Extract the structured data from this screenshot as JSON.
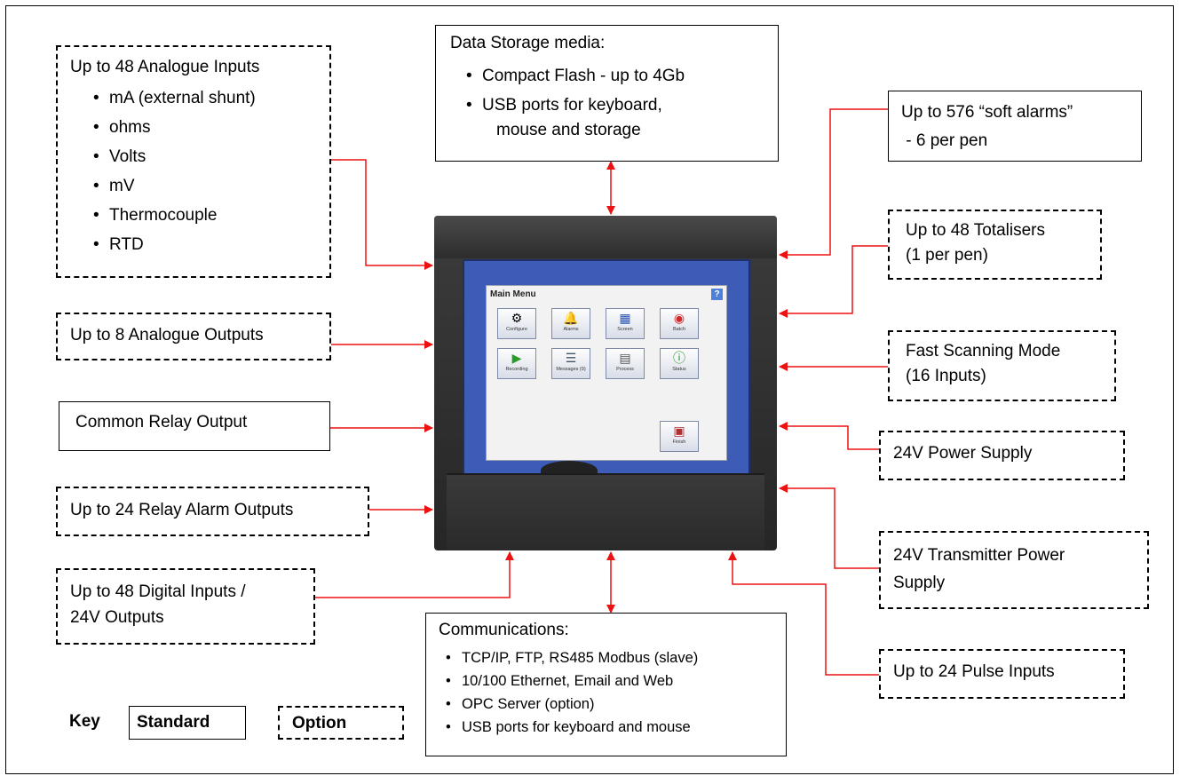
{
  "device_screen": {
    "title": "Main Menu",
    "help_label": "?",
    "tiles": [
      {
        "label": "Configure",
        "icon": "wrench-icon"
      },
      {
        "label": "Alarms",
        "icon": "bell-icon"
      },
      {
        "label": "Screen",
        "icon": "screen-icon"
      },
      {
        "label": "Batch",
        "icon": "pill-icon"
      },
      {
        "label": "Recording",
        "icon": "play-icon"
      },
      {
        "label": "Messages (9)",
        "icon": "list-icon"
      },
      {
        "label": "Process",
        "icon": "document-icon"
      },
      {
        "label": "Status",
        "icon": "info-icon"
      },
      {
        "label": "Finish",
        "icon": "exit-icon"
      }
    ]
  },
  "data_storage": {
    "title": "Data Storage media:",
    "items": [
      "Compact Flash - up to 4Gb",
      "USB ports for keyboard,",
      "mouse and storage"
    ]
  },
  "analogue_inputs": {
    "title": "Up to 48 Analogue Inputs",
    "items": [
      "mA (external shunt)",
      "ohms",
      "Volts",
      "mV",
      "Thermocouple",
      "RTD"
    ]
  },
  "analogue_outputs": "Up to 8 Analogue Outputs",
  "common_relay": "Common Relay Output",
  "relay_alarms": "Up to 24 Relay Alarm Outputs",
  "digital_inputs": [
    "Up to 48 Digital Inputs /",
    "24V Outputs"
  ],
  "soft_alarms": [
    "Up to 576 “soft alarms”",
    " - 6 per pen"
  ],
  "totalisers": [
    "Up to 48 Totalisers",
    "(1 per pen)"
  ],
  "fast_scanning": [
    "Fast Scanning Mode",
    "(16 Inputs)"
  ],
  "power_supply": "24V Power Supply",
  "transmitter_power": [
    "24V Transmitter Power",
    "Supply"
  ],
  "pulse_inputs": "Up to 24 Pulse Inputs",
  "communications": {
    "title": "Communications:",
    "items": [
      "TCP/IP, FTP, RS485 Modbus (slave)",
      "10/100 Ethernet, Email and Web",
      "OPC Server (option)",
      "USB ports for keyboard and mouse"
    ]
  },
  "key": {
    "label": "Key",
    "standard": "Standard",
    "option": "Option"
  },
  "colors": {
    "arrow": "#ee1111",
    "screen": "#3c5cb8",
    "device": "#2f2f2f"
  }
}
